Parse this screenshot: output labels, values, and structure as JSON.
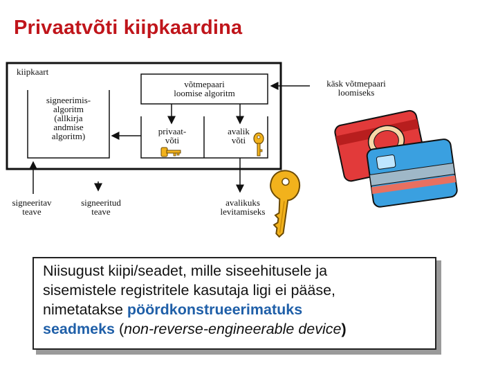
{
  "title": "Privaatvõti kiipkaardina",
  "diagram": {
    "card_label": "kiipkaart",
    "keygen_box": "võtmepaari\nloomise algoritm",
    "sign_box": "signeerimis-\nalgoritm\n(allkirja\nandmise\nalgoritm)",
    "private_key": "privaat-\nvõti",
    "public_key": "avalik\nvõti",
    "command_label": "käsk võtmepaari\nloomiseks",
    "signed_in": "signeeritav\nteave",
    "signed_out": "signeeritud\nteave",
    "publish_label": "avalikuks\nlevitamiseks"
  },
  "note": {
    "line1": "Niisugust kiipi/seadet, mille siseehitusele ja",
    "line2": "sisemistele registritele kasutaja ligi ei pääse,",
    "line3_plain": "nimetatakse ",
    "line3_highlight": "pöördkonstrueerimatuks",
    "line4_highlight": "seadmeks",
    "line4_open": " (",
    "line4_italic": "non-reverse-engineerable device",
    "line4_close": ")"
  },
  "colors": {
    "title": "#c0151b",
    "highlight": "#1f5fa8",
    "key_gold": "#f2b21c",
    "card_red": "#e23a3a",
    "card_blue": "#3aa0e0"
  }
}
